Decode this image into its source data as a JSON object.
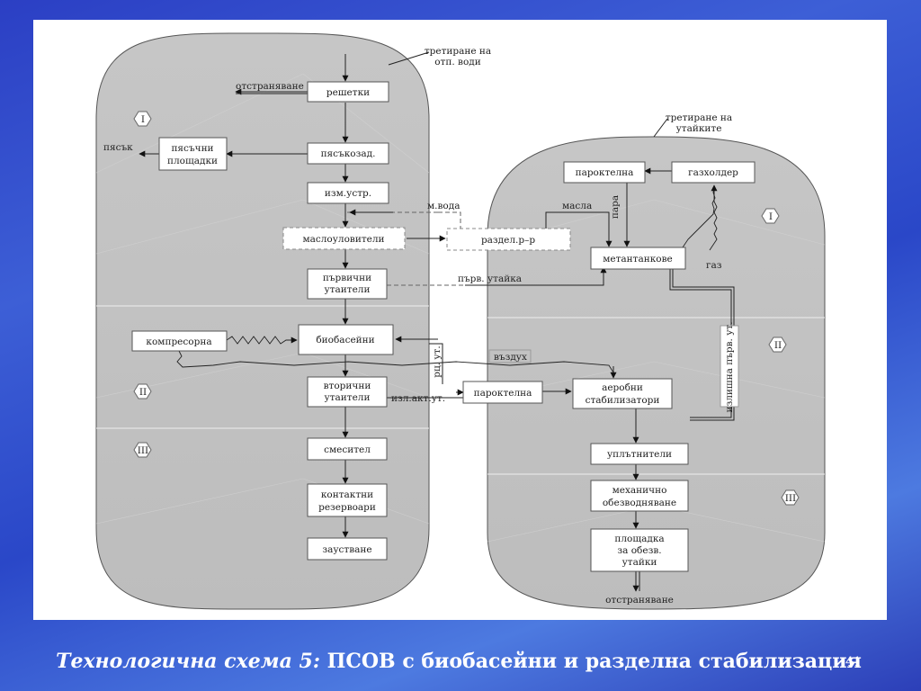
{
  "footer": {
    "title_italic": "Технологична схема 5:",
    "title_rest": " ПСОВ с биобасейни и разделна стабилизация",
    "slide_number": "41"
  },
  "diagram": {
    "left_header": [
      "третиране на",
      "отп. води"
    ],
    "right_header": [
      "третиране на",
      "утайките"
    ],
    "left_stages": [
      "I",
      "II",
      "III"
    ],
    "right_stages": [
      "I",
      "II",
      "III"
    ],
    "left_boxes": {
      "reshetki": [
        "решетки"
      ],
      "piasakozad": [
        "пясъкозад."
      ],
      "izm_ustr": [
        "изм.устр."
      ],
      "masloulovitel": [
        "маслоуловители"
      ],
      "parvichni": [
        "първични",
        "утаители"
      ],
      "biobaseini": [
        "биобасейни"
      ],
      "vtorichni": [
        "вторични",
        "утаители"
      ],
      "smesitel": [
        "смесител"
      ],
      "kontaktni": [
        "контактни",
        "резервоари"
      ],
      "zaustvane": [
        "заустване"
      ],
      "piasachni": [
        "пясъчни",
        "площадки"
      ],
      "kompresorna": [
        "компресорна"
      ],
      "razdel": [
        "раздел.р–р"
      ]
    },
    "right_boxes": {
      "paroktelna_top": [
        "пароктелна"
      ],
      "gazholder": [
        "газхолдер"
      ],
      "metantankove": [
        "метантанкове"
      ],
      "paroktelna_mid": [
        "пароктелна"
      ],
      "aerobni": [
        "аеробни",
        "стабилизатори"
      ],
      "uplatniteli": [
        "уплътнители"
      ],
      "mehanichno": [
        "механично",
        "обезводняване"
      ],
      "ploshtadka": [
        "площадка",
        "за обезв.",
        "утайки"
      ]
    },
    "labels": {
      "otstraniavane_top": "отстраняване",
      "piasak": "пясък",
      "m_voda": "м.вода",
      "masla": "масла",
      "para": "пара",
      "gaz": "газ",
      "parv_utaika": "първ. утайка",
      "vazduh": "въздух",
      "rc_ut": "рц. ут.",
      "izl_akt_ut": "изл.акт.ут.",
      "izlishna": "излишна първ. ут.",
      "otstraniavane_bottom": "отстраняване"
    }
  }
}
